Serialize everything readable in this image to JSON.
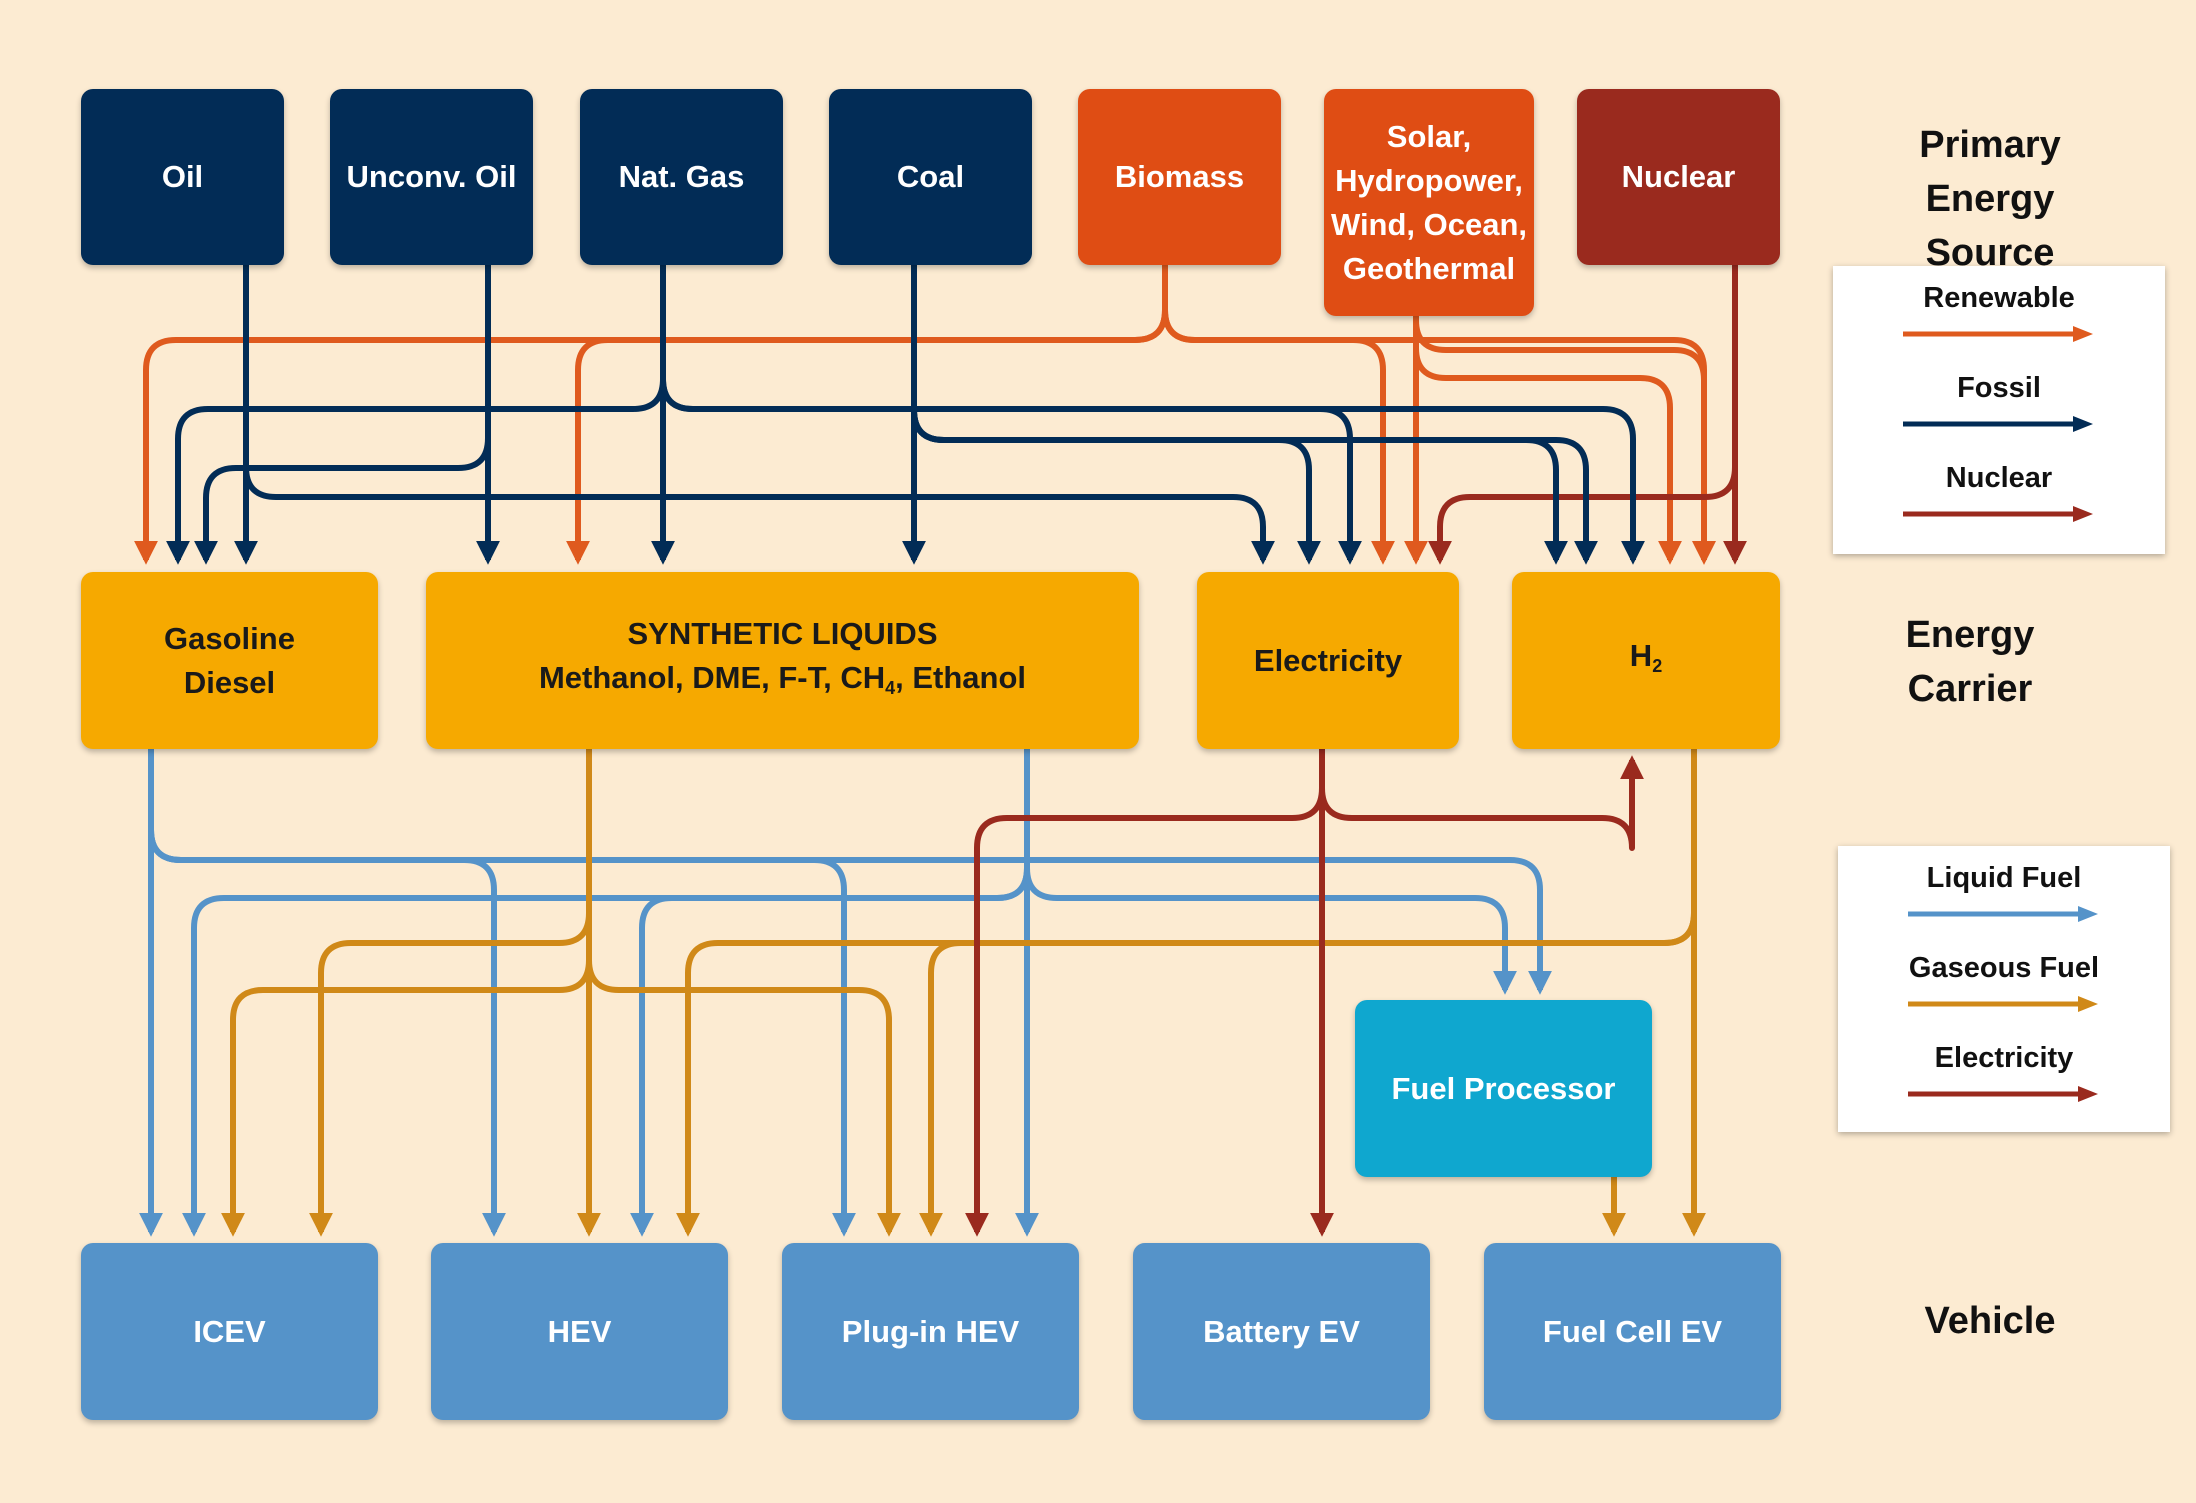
{
  "colors": {
    "renewable": "#df5a1e",
    "fossil": "#022c56",
    "nuclear": "#9a2a1e",
    "liquid_fuel": "#5593c9",
    "gaseous_fuel": "#d08918",
    "electricity": "#9a2a1e"
  },
  "sources": {
    "oil": "Oil",
    "unconv_oil": "Unconv. Oil",
    "nat_gas": "Nat. Gas",
    "coal": "Coal",
    "biomass": "Biomass",
    "solar": [
      "Solar,",
      "Hydropower,",
      "Wind, Ocean,",
      "Geothermal"
    ],
    "nuclear": "Nuclear"
  },
  "carriers": {
    "gasoline": [
      "Gasoline",
      "Diesel"
    ],
    "synthetic_title": "SYNTHETIC LIQUIDS",
    "synthetic_sub_a": "Methanol, DME, F-T, CH",
    "synthetic_sub_sub": "4",
    "synthetic_sub_b": ", Ethanol",
    "electricity": "Electricity",
    "h2_main": "H",
    "h2_sub": "2"
  },
  "processor": "Fuel Processor",
  "vehicles": {
    "icev": "ICEV",
    "hev": "HEV",
    "phev": "Plug-in HEV",
    "bev": "Battery EV",
    "fcev": "Fuel Cell EV"
  },
  "side_labels": {
    "primary": [
      "Primary",
      "Energy Source"
    ],
    "carrier": [
      "Energy",
      "Carrier"
    ],
    "vehicle": "Vehicle"
  },
  "legend_top": [
    "Renewable",
    "Fossil",
    "Nuclear"
  ],
  "legend_bottom": [
    "Liquid Fuel",
    "Gaseous Fuel",
    "Electricity"
  ]
}
